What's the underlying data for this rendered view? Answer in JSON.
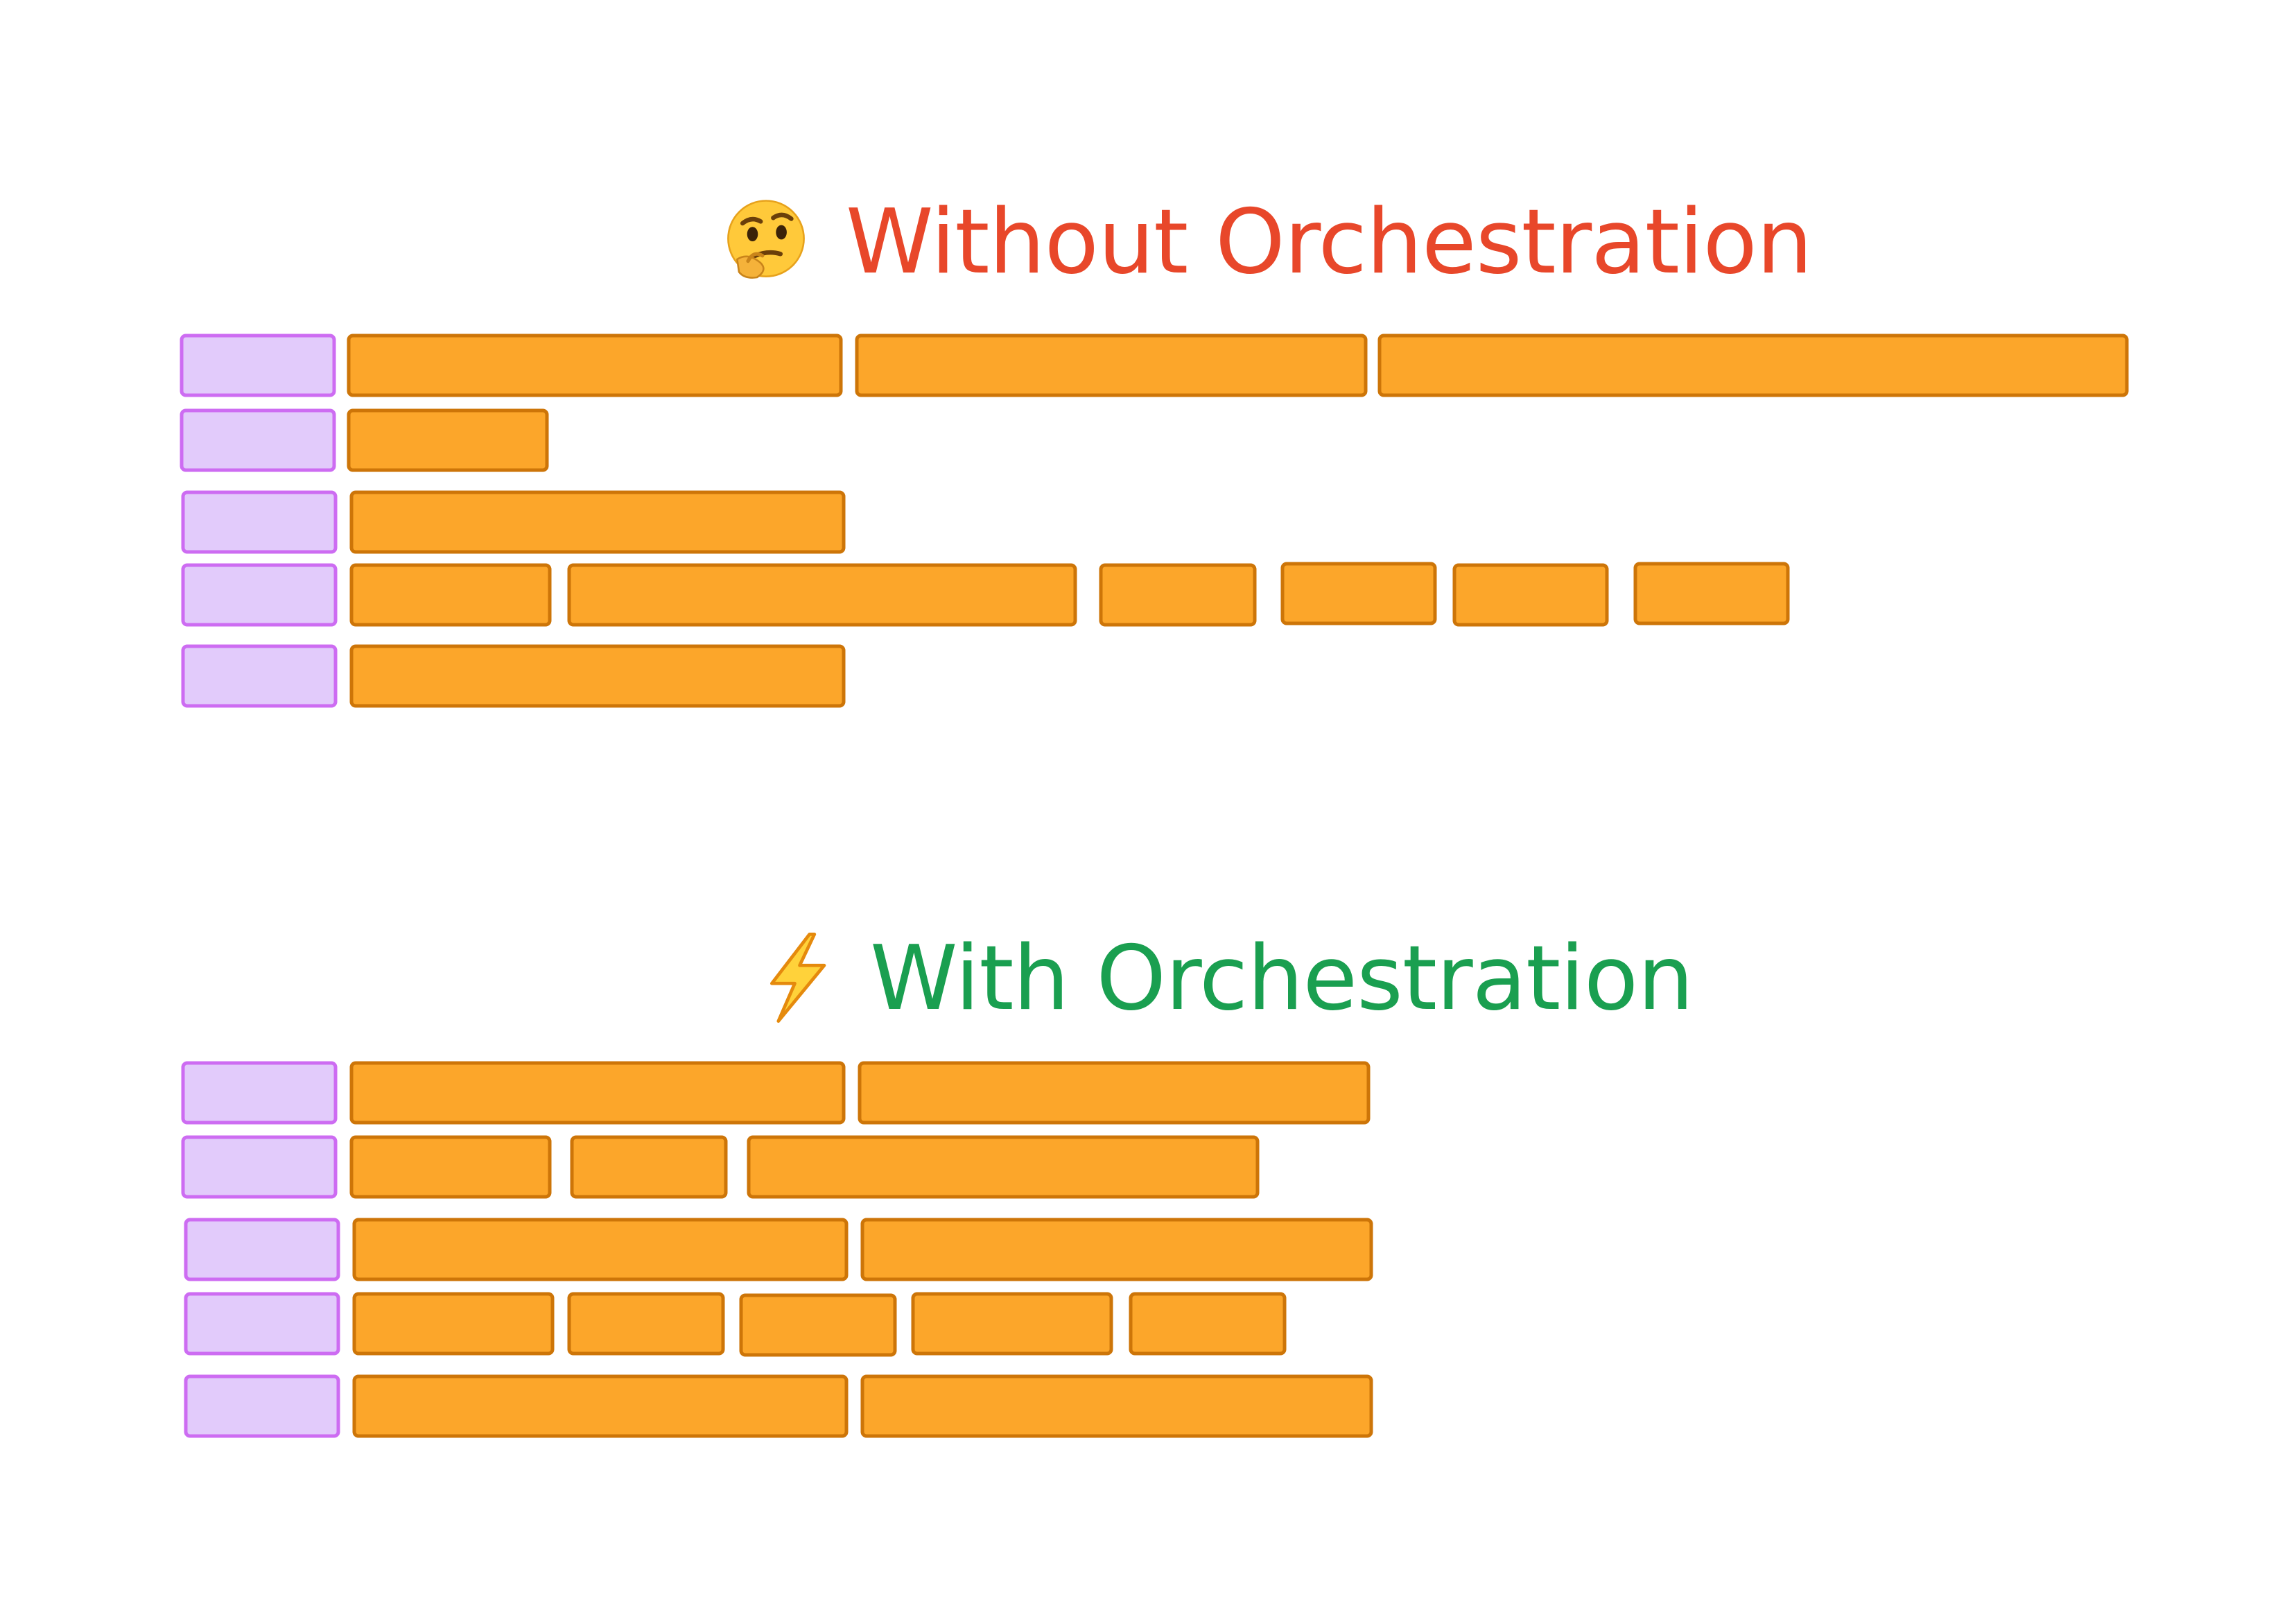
{
  "colors": {
    "without_title": "#e8472a",
    "with_title": "#1a9f50",
    "lane_fill": "#e2cbfb",
    "lane_stroke": "#cd6cf2",
    "task_fill": "#fca62a",
    "task_stroke": "#cd7508"
  },
  "sections": [
    {
      "id": "without",
      "title": "Without Orchestration",
      "icon": "thinking-face-icon"
    },
    {
      "id": "with",
      "title": "With Orchestration",
      "icon": "lightning-bolt-icon"
    }
  ]
}
